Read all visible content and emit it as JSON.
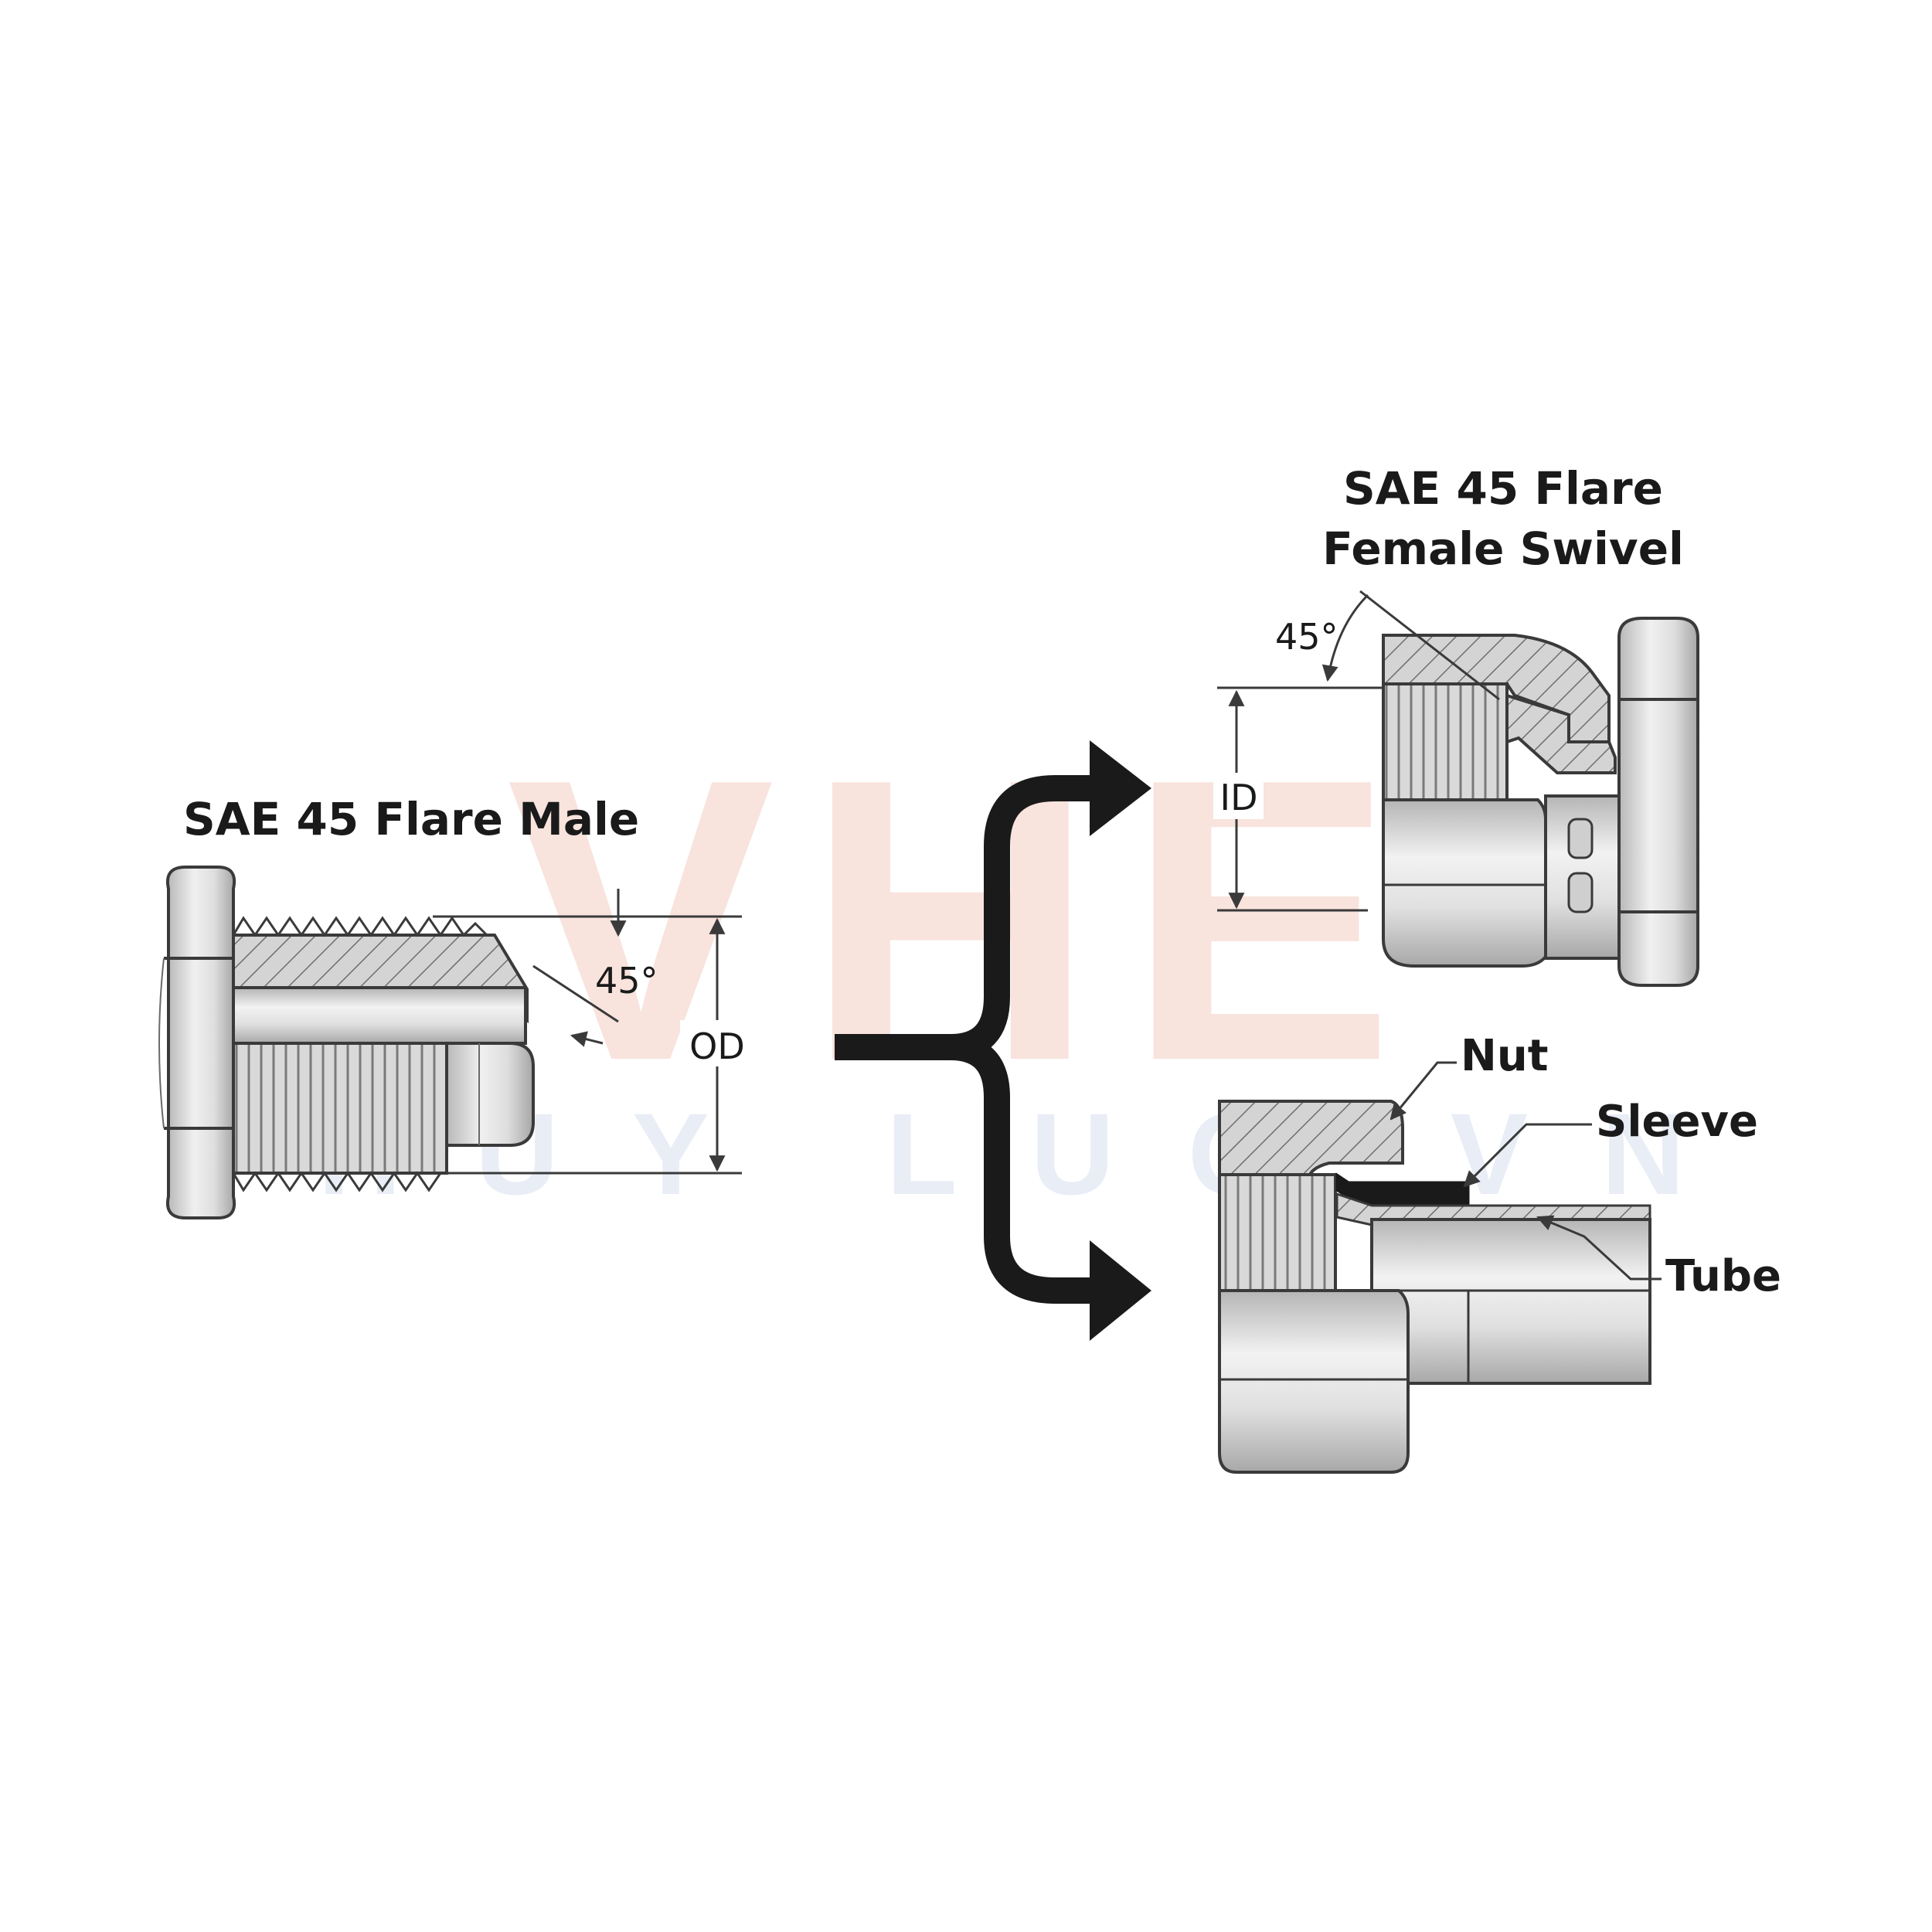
{
  "watermark": {
    "logo": "VHE",
    "subtitle": "THUY LUC VN",
    "logo_color": "#f6d8cf",
    "subtitle_color": "#e4e9f3"
  },
  "male_fitting": {
    "title": "SAE 45 Flare Male",
    "angle_label": "45°",
    "od_label": "OD"
  },
  "female_swivel": {
    "title_line1": "SAE 45 Flare",
    "title_line2": "Female Swivel",
    "angle_label": "45°",
    "id_label": "ID"
  },
  "tube_assembly": {
    "nut_label": "Nut",
    "sleeve_label": "Sleeve",
    "tube_label": "Tube"
  },
  "colors": {
    "metal_light": "#e6e6e6",
    "metal_mid": "#c9c9c9",
    "metal_dark": "#a9a9a9",
    "outline": "#3a3a3a",
    "arrow": "#1a1a1a"
  }
}
